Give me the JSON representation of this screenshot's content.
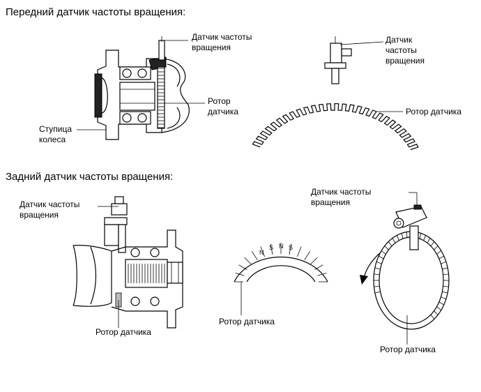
{
  "front": {
    "heading": "Передний датчик частоты вращения:",
    "hub_view": {
      "sensor_label": "Датчик частоты\nвращения",
      "rotor_label": "Ротор\nдатчика",
      "hub_label": "Ступица\nколеса"
    },
    "detail_view": {
      "sensor_label": "Датчик\nчастоты\nвращения",
      "rotor_label": "Ротор датчика"
    }
  },
  "rear": {
    "heading": "Задний датчик частоты вращения:",
    "hub_view": {
      "sensor_label": "Датчик частоты\nвращения",
      "rotor_label": "Ротор датчика"
    },
    "magnet_view": {
      "rotor_label": "Ротор датчика",
      "poles": [
        "N",
        "S",
        "N",
        "S"
      ]
    },
    "ring_view": {
      "sensor_label": "Датчик частоты\nвращения",
      "rotor_label": "Ротор датчика"
    }
  }
}
